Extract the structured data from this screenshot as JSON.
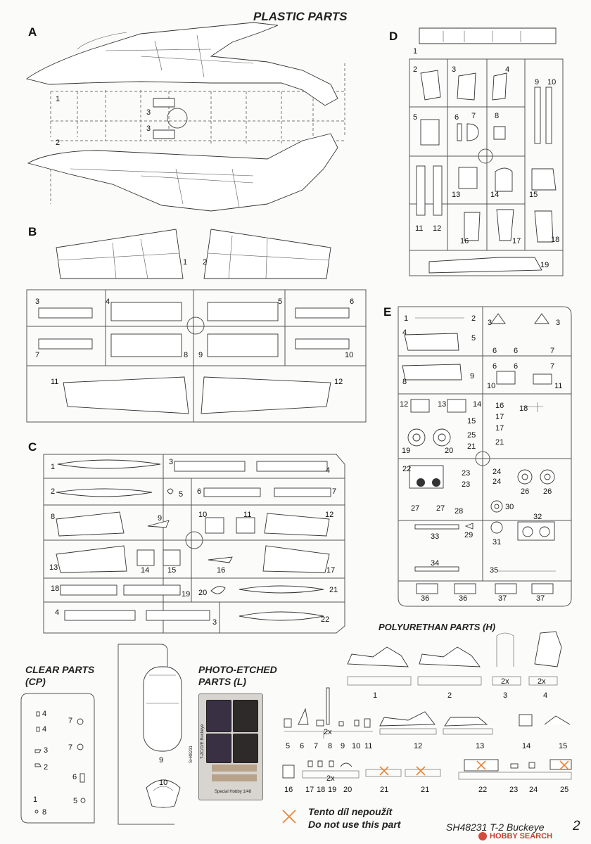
{
  "title": "PLASTIC PARTS",
  "sprues": {
    "A": {
      "letter": "A",
      "parts": [
        "1",
        "2",
        "3",
        "3"
      ]
    },
    "B": {
      "letter": "B",
      "parts": [
        "1",
        "2",
        "3",
        "4",
        "5",
        "6",
        "7",
        "8",
        "9",
        "10",
        "11",
        "12"
      ]
    },
    "C": {
      "letter": "C",
      "parts": [
        "1",
        "3",
        "4",
        "2",
        "5",
        "6",
        "7",
        "8",
        "9",
        "10",
        "11",
        "12",
        "13",
        "14",
        "15",
        "16",
        "17",
        "18",
        "19",
        "20",
        "21",
        "4",
        "3",
        "22"
      ]
    },
    "D": {
      "letter": "D",
      "parts": [
        "1",
        "2",
        "3",
        "4",
        "9",
        "10",
        "5",
        "6",
        "7",
        "8",
        "11",
        "12",
        "13",
        "14",
        "15",
        "16",
        "17",
        "18",
        "19"
      ]
    },
    "E": {
      "letter": "E",
      "parts": [
        "1",
        "2",
        "3",
        "3",
        "4",
        "5",
        "6",
        "6",
        "7",
        "6",
        "6",
        "7",
        "8",
        "9",
        "10",
        "11",
        "12",
        "13",
        "14",
        "16",
        "17",
        "17",
        "18",
        "15",
        "25",
        "21",
        "21",
        "19",
        "20",
        "22",
        "23",
        "23",
        "24",
        "24",
        "26",
        "26",
        "27",
        "27",
        "28",
        "30",
        "32",
        "33",
        "29",
        "31",
        "34",
        "35",
        "36",
        "36",
        "37",
        "37"
      ]
    }
  },
  "polyurethan": {
    "title": "POLYURETHAN PARTS (H)",
    "row1": [
      "1",
      "2",
      "3",
      "4"
    ],
    "row1_multipliers": [
      "2x",
      "2x"
    ],
    "row2": [
      "5",
      "6",
      "7",
      "8",
      "9",
      "10",
      "11",
      "12",
      "13",
      "14",
      "15"
    ],
    "row2_multiplier": "2x",
    "row3": [
      "16",
      "17",
      "18",
      "19",
      "20",
      "21",
      "21",
      "22",
      "23",
      "24",
      "25"
    ],
    "row3_multiplier": "2x"
  },
  "clear": {
    "title_line1": "CLEAR PARTS",
    "title_line2": "(CP)",
    "labels": [
      "4",
      "4",
      "7",
      "7",
      "3",
      "2",
      "6",
      "1",
      "5",
      "8",
      "9",
      "10"
    ]
  },
  "photoetched": {
    "title_line1": "PHOTO-ETCHED",
    "title_line2": "PARTS (L)",
    "fret_code": "SH48231",
    "fret_name": "T-2C/D/E Buckeye",
    "fret_brand": "Special Hobby 1/48"
  },
  "legend": {
    "line1": "Tento díl nepoužít",
    "line2": "Do not use this part"
  },
  "footer": {
    "product": "SH48231 T-2 Buckeye",
    "page": "2",
    "watermark": "HOBBY SEARCH"
  },
  "colors": {
    "unused_mark": "#e8873a",
    "line": "#333333"
  }
}
